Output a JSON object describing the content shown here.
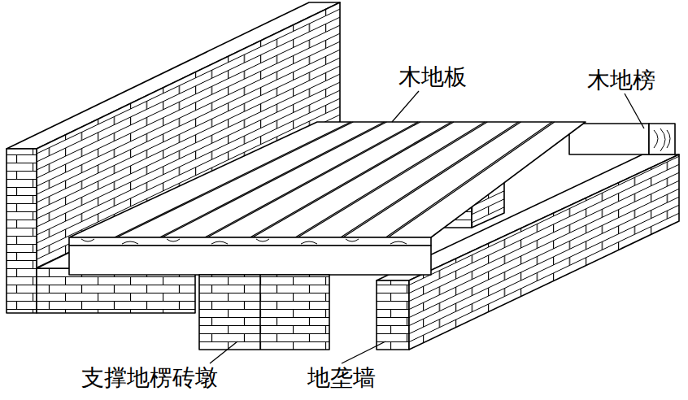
{
  "diagram": {
    "labels": [
      "木地板",
      "木地榜",
      "支撑地楞砖墩",
      "地垄墙"
    ]
  }
}
